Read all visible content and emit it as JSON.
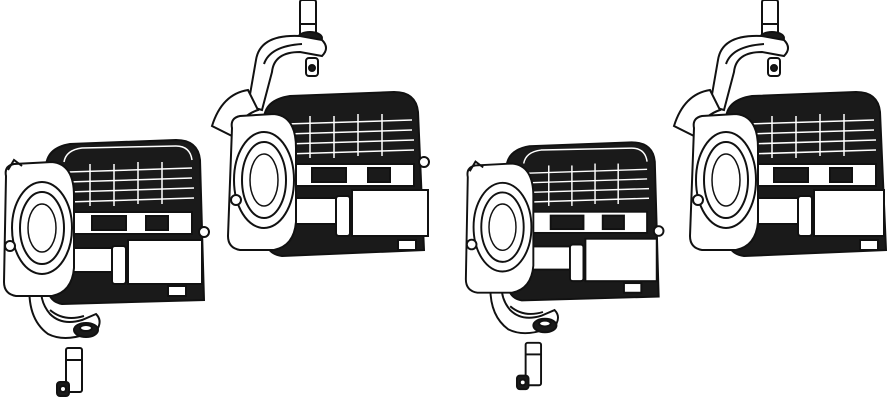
{
  "illustration": {
    "subject": "fresnel-light-fixture",
    "style": "black-and-white line drawing",
    "colors": {
      "ink": "#111111",
      "paper": "#ffffff",
      "fill_dark": "#1a1a1a",
      "fill_light": "#ffffff"
    },
    "fixtures": [
      {
        "mount": "stand-below"
      },
      {
        "mount": "hanging-above"
      },
      {
        "mount": "stand-below"
      },
      {
        "mount": "hanging-above"
      }
    ]
  }
}
